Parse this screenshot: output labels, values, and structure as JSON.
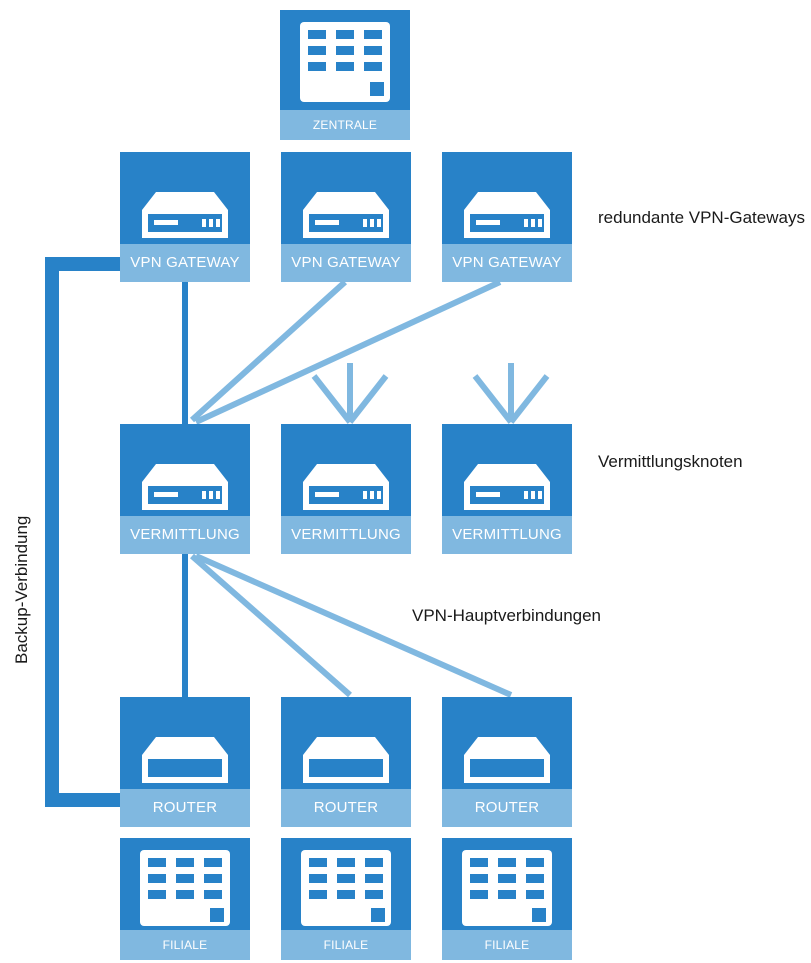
{
  "colors": {
    "tile": "#2882c8",
    "band": "#80b8e0",
    "line_light": "#80b8e0",
    "line_dark": "#2882c8"
  },
  "head_office": {
    "label": "ZENTRALE",
    "icon": "building-icon"
  },
  "gateways": [
    {
      "label": "VPN GATEWAY",
      "icon": "gateway-device-icon"
    },
    {
      "label": "VPN GATEWAY",
      "icon": "gateway-device-icon"
    },
    {
      "label": "VPN GATEWAY",
      "icon": "gateway-device-icon"
    }
  ],
  "switching_nodes": [
    {
      "label": "VERMITTLUNG",
      "icon": "gateway-device-icon"
    },
    {
      "label": "VERMITTLUNG",
      "icon": "gateway-device-icon"
    },
    {
      "label": "VERMITTLUNG",
      "icon": "gateway-device-icon"
    }
  ],
  "routers": [
    {
      "label": "ROUTER",
      "icon": "router-device-icon"
    },
    {
      "label": "ROUTER",
      "icon": "router-device-icon"
    },
    {
      "label": "ROUTER",
      "icon": "router-device-icon"
    }
  ],
  "branches": [
    {
      "label": "FILIALE",
      "icon": "building-icon"
    },
    {
      "label": "FILIALE",
      "icon": "building-icon"
    },
    {
      "label": "FILIALE",
      "icon": "building-icon"
    }
  ],
  "annotations": {
    "gateways": "redundante VPN-Gateways",
    "switching": "Vermittlungsknoten",
    "main_connections": "VPN-Hauptverbindungen",
    "backup": "Backup-Verbindung"
  }
}
